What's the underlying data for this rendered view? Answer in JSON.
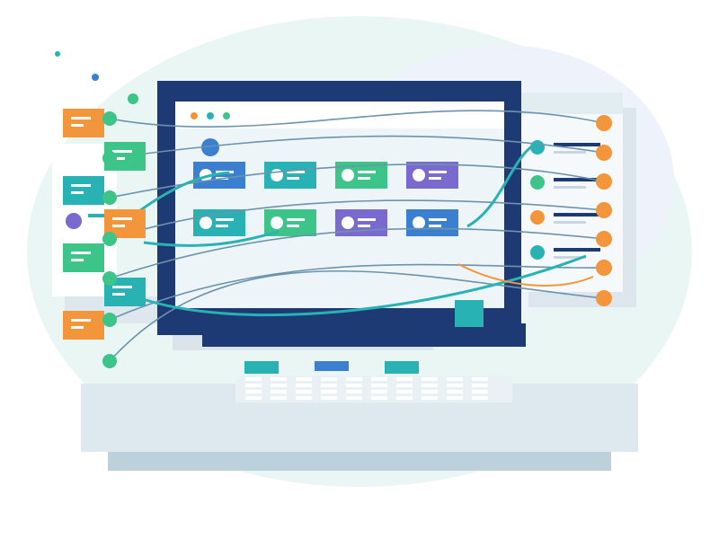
{
  "illustration": {
    "subject": "monitor-with-connected-data-cards",
    "colors": {
      "navy": "#1d3a74",
      "screen_bg": "#eef5f8",
      "teal": "#28b2b3",
      "green": "#3cc489",
      "orange": "#f3953a",
      "blue": "#3a7fd0",
      "purple": "#7a6ad0",
      "panel": "#dce9ef",
      "connector": "#6b93ad",
      "backdrop": "#eaf6f4"
    },
    "screen_cards": [
      {
        "icon": "user-card-icon",
        "color": "blue"
      },
      {
        "icon": "user-card-icon",
        "color": "teal"
      },
      {
        "icon": "user-card-icon",
        "color": "green"
      },
      {
        "icon": "user-card-icon",
        "color": "purple"
      },
      {
        "icon": "user-card-icon",
        "color": "teal"
      },
      {
        "icon": "user-card-icon",
        "color": "green"
      },
      {
        "icon": "user-card-icon",
        "color": "purple"
      },
      {
        "icon": "user-card-icon",
        "color": "blue"
      }
    ],
    "left_tags": [
      "orange",
      "green",
      "teal",
      "orange",
      "green",
      "teal",
      "orange"
    ],
    "right_rows": [
      "teal",
      "green",
      "orange",
      "teal"
    ],
    "keyboard_keys": 40
  }
}
